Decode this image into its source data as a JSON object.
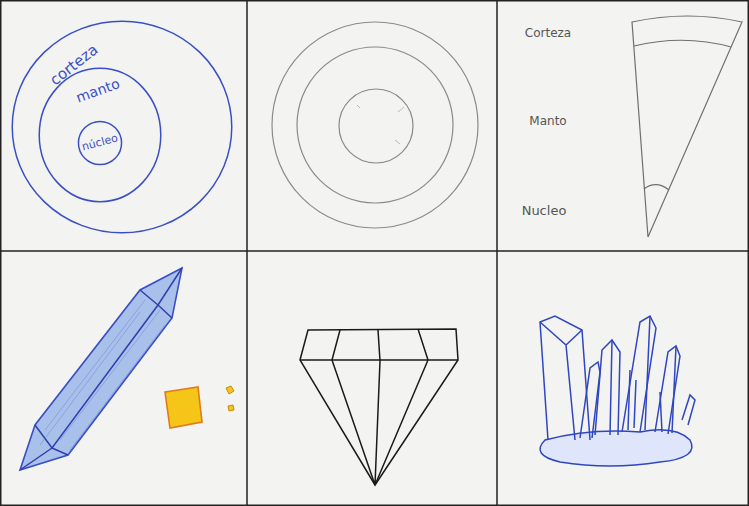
{
  "diagram": {
    "nodes": [
      {
        "text": [
          "corteza"
        ]
      },
      {
        "text": [
          "manto"
        ],
        "in": 0
      },
      {
        "text": [
          "núcleo"
        ],
        "in": 1
      }
    ],
    "labels": [
      "Corteza",
      "Manto",
      "Nucleo"
    ]
  }
}
